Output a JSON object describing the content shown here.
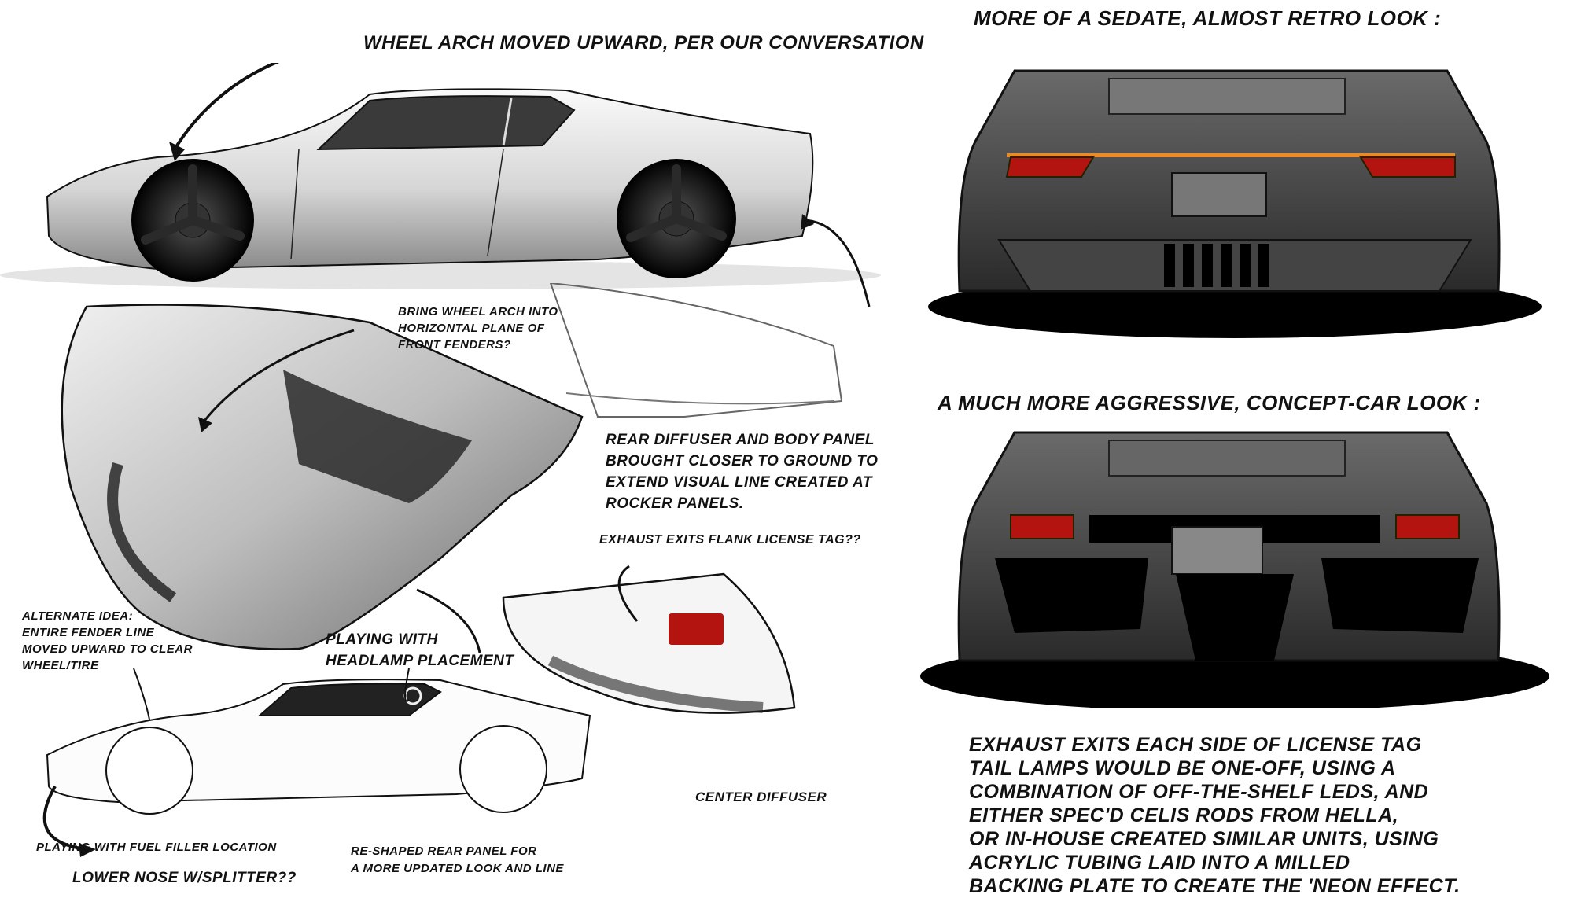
{
  "sheet": {
    "left_panel": {
      "side_view_top": {
        "annotation": "Wheel arch moved upward, per our conversation"
      },
      "three_quarter_view": {
        "annotations": [
          {
            "id": "wheel_arch_question",
            "text": "Bring wheel arch into\nhorizontal plane of\nfront fenders?"
          },
          {
            "id": "rear_diffuser",
            "text": "Rear diffuser and body panel\nbrought closer to ground to\nextend visual line created at\nrocker panels."
          },
          {
            "id": "exhaust_flank",
            "text": "Exhaust exits flank license tag??"
          },
          {
            "id": "headlamp",
            "text": "Playing with\nheadlamp placement"
          },
          {
            "id": "alternate_idea",
            "text": "Alternate idea:\nentire fender line\nmoved upward to clear\nwheel/tire"
          }
        ]
      },
      "side_view_bottom": {
        "annotations": [
          {
            "id": "center_diffuser",
            "text": "Center diffuser"
          },
          {
            "id": "fuel_filler",
            "text": "Playing with fuel filler location"
          },
          {
            "id": "rear_panel",
            "text": "Re-shaped rear panel for\na more updated look and line"
          },
          {
            "id": "lower_nose",
            "text": "Lower nose w/splitter??"
          }
        ]
      }
    },
    "right_panel": {
      "retro_view": {
        "heading": "More of a sedate, almost retro look :"
      },
      "concept_view": {
        "heading": "A much more aggressive, concept-car look :"
      },
      "description": "Exhaust exits each side of license tag\ntail lamps would be one-off, using a\ncombination of off-the-shelf LEDs, and\neither spec'd Celis rods from Hella,\nor in-house created similar units, using\nacrylic tubing laid into a milled\nbacking plate to create the 'neon effect."
    },
    "colors": {
      "ink": "#111111",
      "body_light": "#e6e6e6",
      "body_dark": "#3a3a3a",
      "taillight_red": "#b3140f",
      "light_bar_amber": "#f08a1c",
      "shadow": "#000000"
    }
  }
}
